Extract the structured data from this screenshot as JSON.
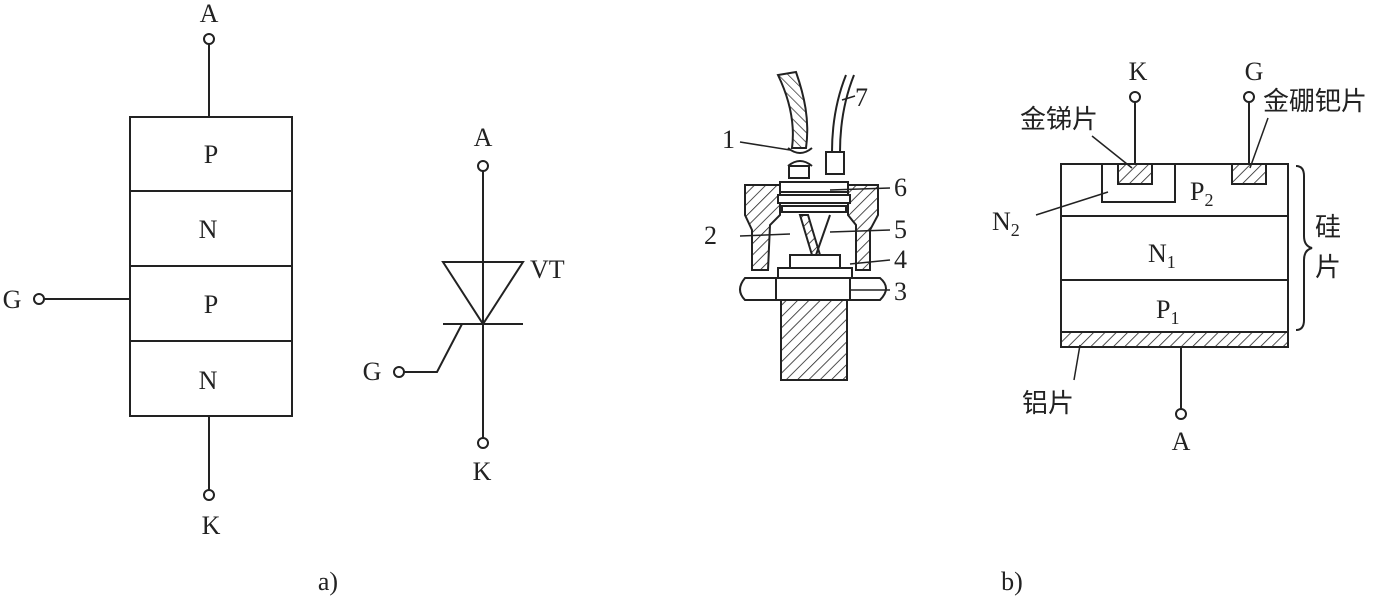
{
  "panel_a": {
    "caption": "a)",
    "structure": {
      "layers": [
        "P",
        "N",
        "P",
        "N"
      ],
      "anode": "A",
      "cathode": "K",
      "gate": "G"
    },
    "symbol": {
      "anode": "A",
      "cathode": "K",
      "gate": "G",
      "designator": "VT"
    }
  },
  "panel_b": {
    "caption": "b)",
    "package_callouts": [
      "1",
      "2",
      "3",
      "4",
      "5",
      "6",
      "7"
    ],
    "chip": {
      "cathode": "K",
      "gate": "G",
      "anode": "A",
      "gold_antimony": "金锑片",
      "gold_boron_palladium": "金硼钯片",
      "n2": "N",
      "n2_sub": "2",
      "p2": "P",
      "p2_sub": "2",
      "n1": "N",
      "n1_sub": "1",
      "p1": "P",
      "p1_sub": "1",
      "silicon_1": "硅",
      "silicon_2": "片",
      "aluminum": "铝片"
    }
  },
  "colors": {
    "line": "#222222",
    "background": "#ffffff"
  }
}
